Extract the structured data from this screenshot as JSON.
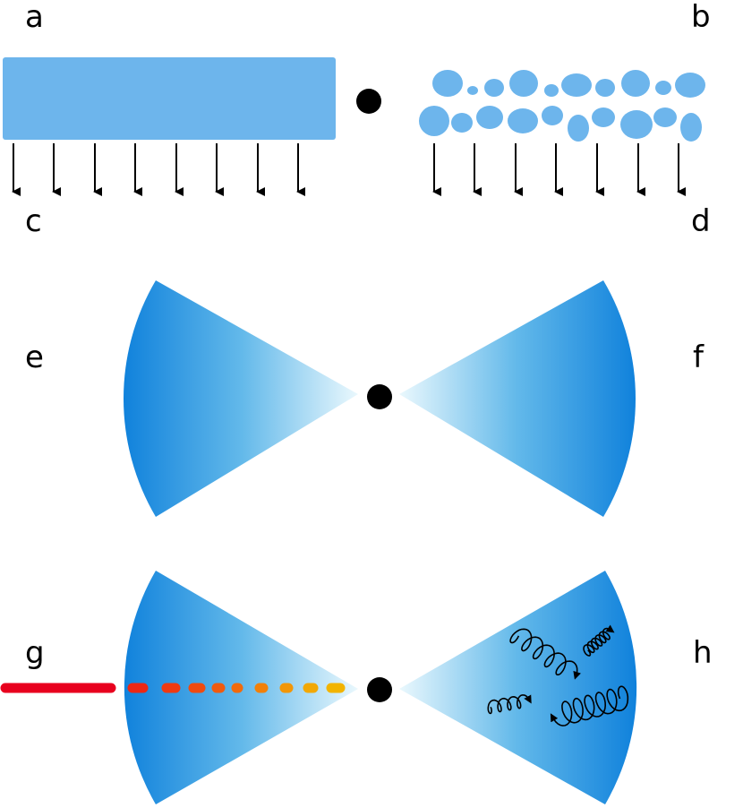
{
  "panel_labels": {
    "a": "a",
    "b": "b",
    "c": "c",
    "d": "d",
    "e": "e",
    "f": "f",
    "g": "g",
    "h": "h"
  },
  "colors": {
    "medium_light": "#6db5ec",
    "cone_dark": "#0077d9",
    "cone_light": "#e8f7fd",
    "jet_hot": "#e8001e",
    "jet_mid": "#f0560f",
    "jet_cool": "#f2b400",
    "center_object": "#000000",
    "arrow": "#000000"
  }
}
